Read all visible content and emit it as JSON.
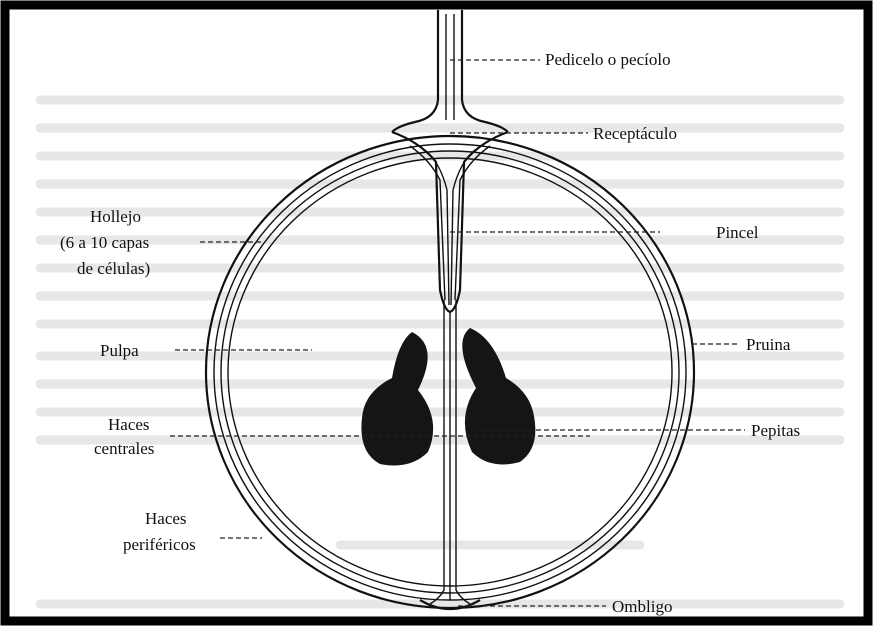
{
  "diagram": {
    "colors": {
      "border": "#000000",
      "ink": "#111111",
      "seed": "#151515",
      "page_text": "#c9c9c9"
    },
    "labels": {
      "pedicelo": "Pedicelo o pecíolo",
      "receptaculo": "Receptáculo",
      "hollejo_1": "Hollejo",
      "hollejo_2": "(6 a 10 capas",
      "hollejo_3": "de células)",
      "pincel": "Pincel",
      "pulpa": "Pulpa",
      "pruina": "Pruina",
      "haces_centrales_1": "Haces",
      "haces_centrales_2": "centrales",
      "pepitas": "Pepitas",
      "haces_perifericos_1": "Haces",
      "haces_perifericos_2": "periféricos",
      "ombligo": "Ombligo"
    }
  }
}
